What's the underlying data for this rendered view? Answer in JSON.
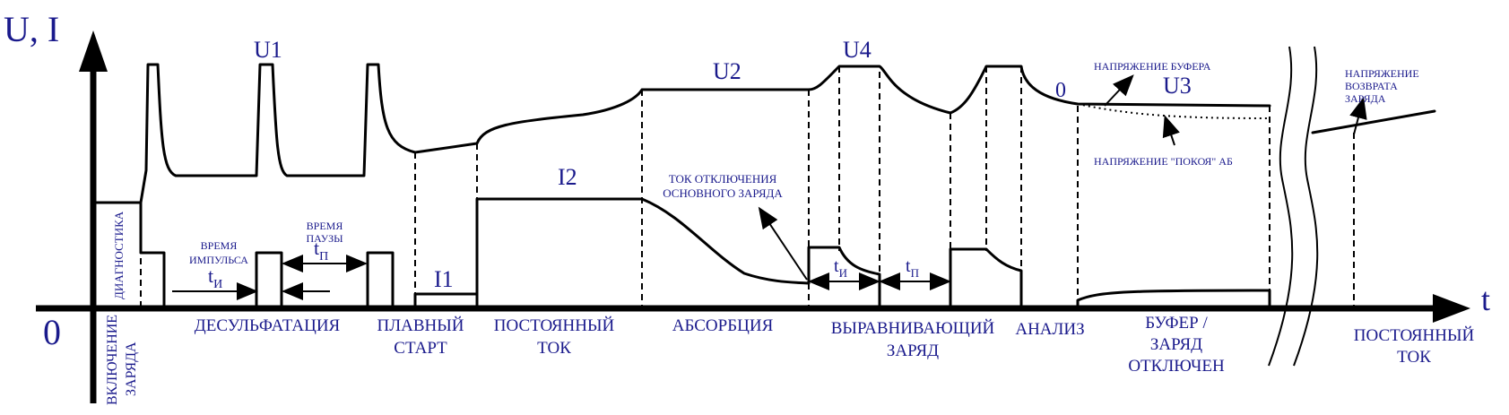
{
  "axes": {
    "y_label": "U, I",
    "x_label": "t",
    "origin": "0"
  },
  "curve_labels": {
    "u1": "U1",
    "u2": "U2",
    "u3": "U3",
    "u4": "U4",
    "i1": "I1",
    "i2": "I2",
    "zero": "0"
  },
  "annotations": {
    "pulse_time": [
      "ВРЕМЯ",
      "ИМПУЛЬСА"
    ],
    "pause_time": [
      "ВРЕМЯ",
      "ПАУЗЫ"
    ],
    "t_pulse": "t",
    "t_pulse_sub": "И",
    "t_pause": "t",
    "t_pause_sub": "П",
    "cutoff_current": [
      "ТОК ОТКЛЮЧЕНИЯ",
      "ОСНОВНОГО ЗАРЯДА"
    ],
    "buffer_voltage": "НАПРЯЖЕНИЕ БУФЕРА",
    "rest_voltage": "НАПРЯЖЕНИЕ \"ПОКОЯ\" АБ",
    "return_voltage": [
      "НАПРЯЖЕНИЕ",
      "ВОЗВРАТА",
      "ЗАРЯДА"
    ],
    "diagnostics": "ДИАГНОСТИКА"
  },
  "stages": {
    "charge_on": [
      "ВКЛЮЧЕНИЕ",
      "ЗАРЯДА"
    ],
    "desulfation": "ДЕСУЛЬФАТАЦИЯ",
    "soft_start": [
      "ПЛАВНЫЙ",
      "СТАРТ"
    ],
    "constant_current": [
      "ПОСТОЯННЫЙ",
      "ТОК"
    ],
    "absorption": "АБСОРБЦИЯ",
    "equalizing": [
      "ВЫРАВНИВАЮЩИЙ",
      "ЗАРЯД"
    ],
    "analysis": "АНАЛИЗ",
    "buffer": [
      "БУФЕР /",
      "ЗАРЯД",
      "ОТКЛЮЧЕН"
    ],
    "constant_current_end": [
      "ПОСТОЯННЫЙ",
      "ТОК"
    ]
  },
  "colors": {
    "label": "#1a1a8c",
    "line": "#000000"
  }
}
